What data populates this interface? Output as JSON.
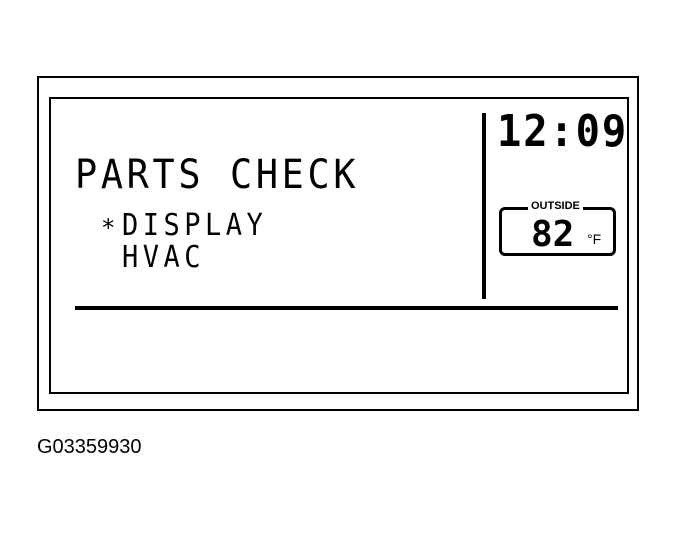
{
  "display": {
    "title": "PARTS CHECK",
    "menu": {
      "marker": "*",
      "items": [
        "DISPLAY",
        "HVAC"
      ]
    },
    "clock": "12:09",
    "outside_temp": {
      "label": "OUTSIDE",
      "value": "82",
      "unit": "°F"
    }
  },
  "caption": "G03359930"
}
